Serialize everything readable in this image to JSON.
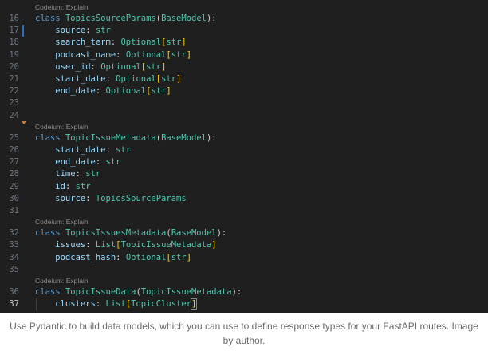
{
  "editor": {
    "lens_text": "Codeium: Explain",
    "lines": [
      {
        "num": "16",
        "tokens": [
          {
            "t": "class ",
            "c": "kw"
          },
          {
            "t": "TopicsSourceParams",
            "c": "cls"
          },
          {
            "t": "(",
            "c": "pun"
          },
          {
            "t": "BaseModel",
            "c": "cls"
          },
          {
            "t": "):",
            "c": "pun"
          }
        ]
      },
      {
        "num": "17",
        "tokens": [
          {
            "t": "    source",
            "c": "var"
          },
          {
            "t": ": ",
            "c": "pun"
          },
          {
            "t": "str",
            "c": "typ"
          }
        ]
      },
      {
        "num": "18",
        "tokens": [
          {
            "t": "    search_term",
            "c": "var"
          },
          {
            "t": ": ",
            "c": "pun"
          },
          {
            "t": "Optional",
            "c": "typ"
          },
          {
            "t": "[",
            "c": "brk"
          },
          {
            "t": "str",
            "c": "typ"
          },
          {
            "t": "]",
            "c": "brk"
          }
        ]
      },
      {
        "num": "19",
        "tokens": [
          {
            "t": "    podcast_name",
            "c": "var"
          },
          {
            "t": ": ",
            "c": "pun"
          },
          {
            "t": "Optional",
            "c": "typ"
          },
          {
            "t": "[",
            "c": "brk"
          },
          {
            "t": "str",
            "c": "typ"
          },
          {
            "t": "]",
            "c": "brk"
          }
        ]
      },
      {
        "num": "20",
        "tokens": [
          {
            "t": "    user_id",
            "c": "var"
          },
          {
            "t": ": ",
            "c": "pun"
          },
          {
            "t": "Optional",
            "c": "typ"
          },
          {
            "t": "[",
            "c": "brk"
          },
          {
            "t": "str",
            "c": "typ"
          },
          {
            "t": "]",
            "c": "brk"
          }
        ]
      },
      {
        "num": "21",
        "tokens": [
          {
            "t": "    start_date",
            "c": "var"
          },
          {
            "t": ": ",
            "c": "pun"
          },
          {
            "t": "Optional",
            "c": "typ"
          },
          {
            "t": "[",
            "c": "brk"
          },
          {
            "t": "str",
            "c": "typ"
          },
          {
            "t": "]",
            "c": "brk"
          }
        ]
      },
      {
        "num": "22",
        "tokens": [
          {
            "t": "    end_date",
            "c": "var"
          },
          {
            "t": ": ",
            "c": "pun"
          },
          {
            "t": "Optional",
            "c": "typ"
          },
          {
            "t": "[",
            "c": "brk"
          },
          {
            "t": "str",
            "c": "typ"
          },
          {
            "t": "]",
            "c": "brk"
          }
        ]
      },
      {
        "num": "23",
        "tokens": []
      },
      {
        "num": "24",
        "tokens": []
      },
      {
        "num": "25",
        "tokens": [
          {
            "t": "class ",
            "c": "kw"
          },
          {
            "t": "TopicIssueMetadata",
            "c": "cls"
          },
          {
            "t": "(",
            "c": "pun"
          },
          {
            "t": "BaseModel",
            "c": "cls"
          },
          {
            "t": "):",
            "c": "pun"
          }
        ]
      },
      {
        "num": "26",
        "tokens": [
          {
            "t": "    start_date",
            "c": "var"
          },
          {
            "t": ": ",
            "c": "pun"
          },
          {
            "t": "str",
            "c": "typ"
          }
        ]
      },
      {
        "num": "27",
        "tokens": [
          {
            "t": "    end_date",
            "c": "var"
          },
          {
            "t": ": ",
            "c": "pun"
          },
          {
            "t": "str",
            "c": "typ"
          }
        ]
      },
      {
        "num": "28",
        "tokens": [
          {
            "t": "    time",
            "c": "var"
          },
          {
            "t": ": ",
            "c": "pun"
          },
          {
            "t": "str",
            "c": "typ"
          }
        ]
      },
      {
        "num": "29",
        "tokens": [
          {
            "t": "    id",
            "c": "var"
          },
          {
            "t": ": ",
            "c": "pun"
          },
          {
            "t": "str",
            "c": "typ"
          }
        ]
      },
      {
        "num": "30",
        "tokens": [
          {
            "t": "    source",
            "c": "var"
          },
          {
            "t": ": ",
            "c": "pun"
          },
          {
            "t": "TopicsSourceParams",
            "c": "typ"
          }
        ]
      },
      {
        "num": "31",
        "tokens": []
      },
      {
        "num": "32",
        "tokens": [
          {
            "t": "class ",
            "c": "kw"
          },
          {
            "t": "TopicsIssuesMetadata",
            "c": "cls"
          },
          {
            "t": "(",
            "c": "pun"
          },
          {
            "t": "BaseModel",
            "c": "cls"
          },
          {
            "t": "):",
            "c": "pun"
          }
        ]
      },
      {
        "num": "33",
        "tokens": [
          {
            "t": "    issues",
            "c": "var"
          },
          {
            "t": ": ",
            "c": "pun"
          },
          {
            "t": "List",
            "c": "typ"
          },
          {
            "t": "[",
            "c": "brk"
          },
          {
            "t": "TopicIssueMetadata",
            "c": "typ"
          },
          {
            "t": "]",
            "c": "brk"
          }
        ]
      },
      {
        "num": "34",
        "tokens": [
          {
            "t": "    podcast_hash",
            "c": "var"
          },
          {
            "t": ": ",
            "c": "pun"
          },
          {
            "t": "Optional",
            "c": "typ"
          },
          {
            "t": "[",
            "c": "brk"
          },
          {
            "t": "str",
            "c": "typ"
          },
          {
            "t": "]",
            "c": "brk"
          }
        ]
      },
      {
        "num": "35",
        "tokens": []
      },
      {
        "num": "36",
        "tokens": [
          {
            "t": "class ",
            "c": "kw"
          },
          {
            "t": "TopicIssueData",
            "c": "cls"
          },
          {
            "t": "(",
            "c": "pun"
          },
          {
            "t": "TopicIssueMetadata",
            "c": "cls"
          },
          {
            "t": "):",
            "c": "pun"
          }
        ]
      },
      {
        "num": "37",
        "tokens": [
          {
            "t": "    clusters",
            "c": "var"
          },
          {
            "t": ": ",
            "c": "pun"
          },
          {
            "t": "List",
            "c": "typ"
          },
          {
            "t": "[",
            "c": "brk"
          },
          {
            "t": "TopicCluster",
            "c": "typ"
          },
          {
            "t": "]",
            "c": "brk"
          }
        ]
      }
    ],
    "active_line": "37"
  },
  "caption": {
    "text": "Use Pydantic to build data models, which you can use to define response types for your FastAPI routes. Image by author."
  }
}
